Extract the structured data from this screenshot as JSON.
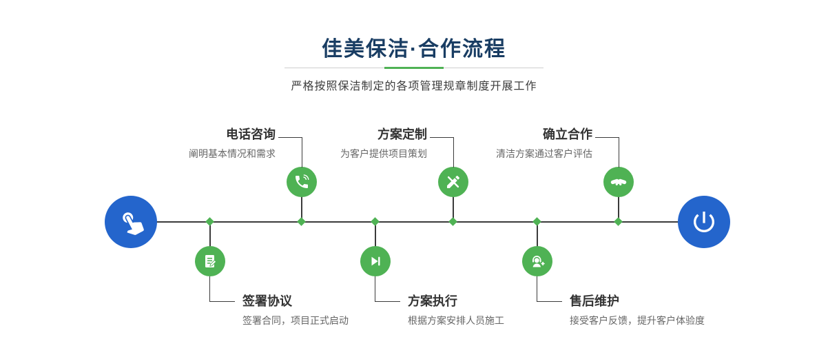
{
  "header": {
    "title": "佳美保洁·合作流程",
    "subtitle": "严格按照保洁制定的各项管理规章制度开展工作"
  },
  "colors": {
    "title_navy": "#193d63",
    "accent_green": "#4fb254",
    "node_blue": "#2465cc",
    "line_dark": "#3a3a3a",
    "desc_gray": "#666666"
  },
  "icons": {
    "start": "pointing-hand-icon",
    "end": "power-icon",
    "top": [
      "phone-icon",
      "design-pen-icon",
      "handshake-icon"
    ],
    "bottom": [
      "contract-sign-icon",
      "play-execute-icon",
      "customer-service-icon"
    ]
  },
  "flow": {
    "top_steps": [
      {
        "title": "电话咨询",
        "desc": "阐明基本情况和需求"
      },
      {
        "title": "方案定制",
        "desc": "为客户提供项目策划"
      },
      {
        "title": "确立合作",
        "desc": "清洁方案通过客户评估"
      }
    ],
    "bottom_steps": [
      {
        "title": "签署协议",
        "desc": "签署合同，项目正式启动"
      },
      {
        "title": "方案执行",
        "desc": "根据方案安排人员施工"
      },
      {
        "title": "售后维护",
        "desc": "接受客户反馈，提升客户体验度"
      }
    ]
  }
}
